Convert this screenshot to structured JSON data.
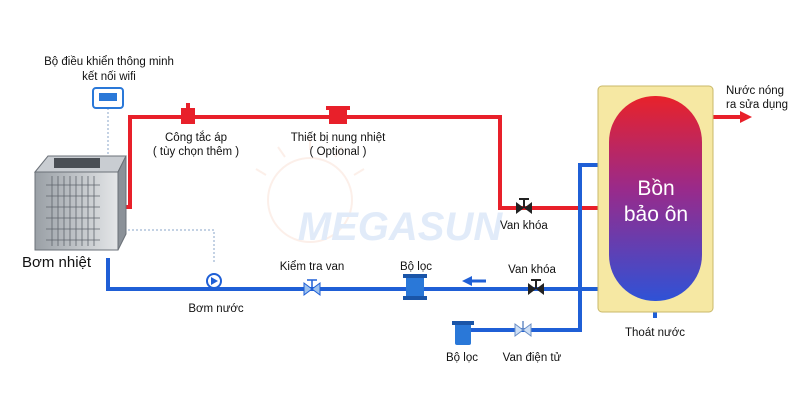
{
  "labels": {
    "controller": [
      "Bộ điều khiển thông minh",
      "kết nối wifi"
    ],
    "heat_pump": "Bơm nhiệt",
    "pressure_switch": [
      "Công tắc áp",
      "( tùy chọn thêm )"
    ],
    "heater": [
      "Thiết bị nung nhiệt",
      "( Optional )"
    ],
    "valve_top": "Van khóa",
    "tank": [
      "Bồn",
      "bảo ôn"
    ],
    "hot_water_out": [
      "Nước nóng",
      "ra sửa dụng"
    ],
    "check_valve": "Kiểm tra van",
    "filter_main": "Bộ lọc",
    "valve_bottom": "Van khóa",
    "water_pump": "Bơm nước",
    "drain": "Thoát nước",
    "filter_inlet": "Bộ lọc",
    "solenoid_valve": "Van điện tử"
  },
  "watermark": "MEGASUN",
  "colors": {
    "hot_pipe": "#e8202a",
    "cold_pipe": "#1f5fd6",
    "tank_frame": "#f6e8a3",
    "tank_top": "#e8222a",
    "tank_bottom": "#2f52d6",
    "device": "#2a78d8"
  }
}
